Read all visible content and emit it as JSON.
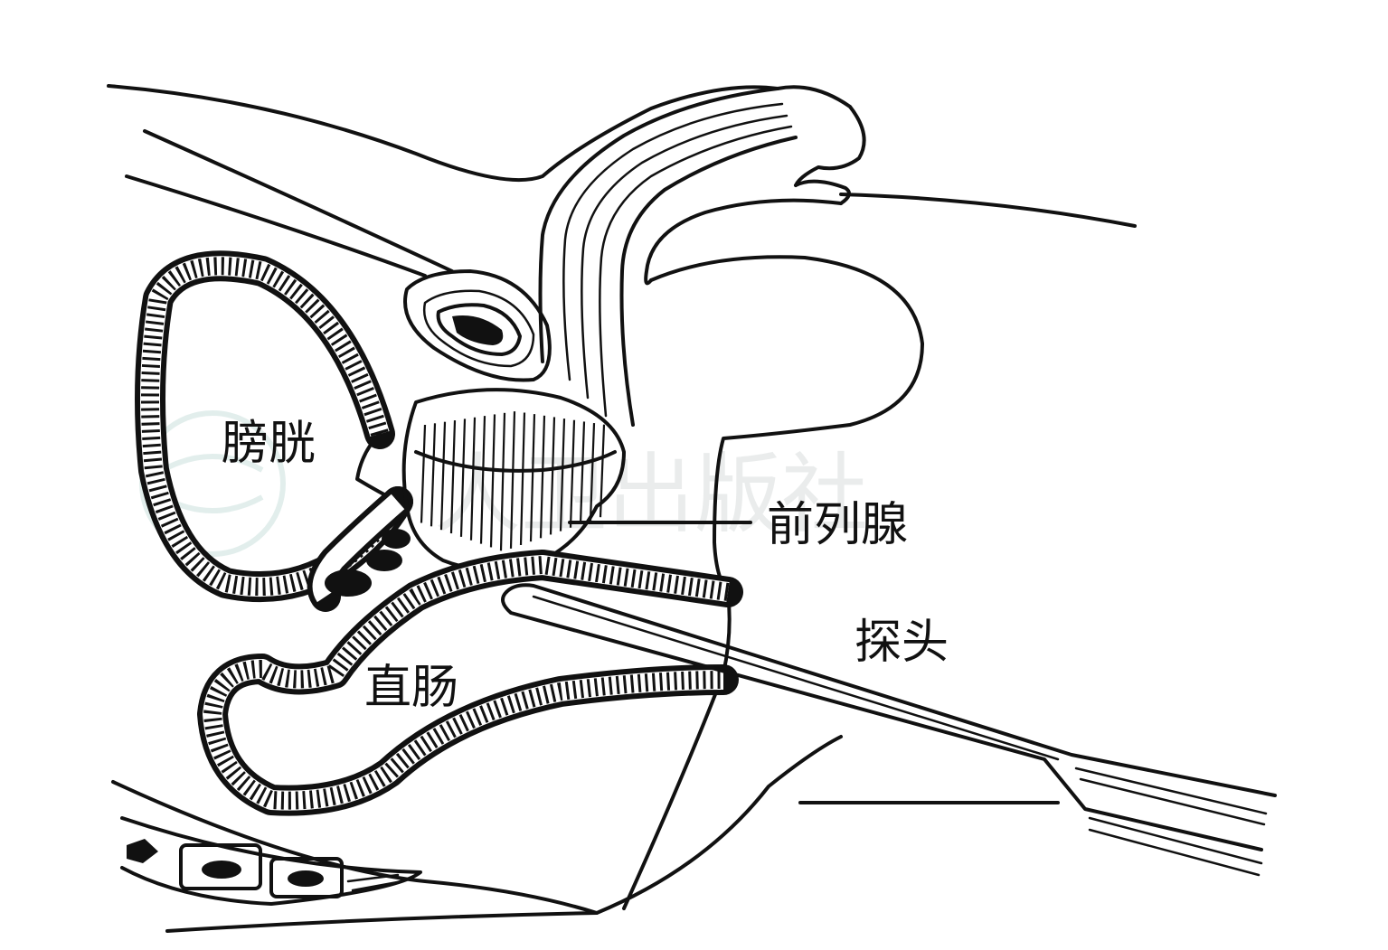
{
  "labels": {
    "bladder": "膀胱",
    "prostate": "前列腺",
    "rectum": "直肠",
    "probe": "探头"
  },
  "watermark": {
    "text": "人卫出版社"
  },
  "colors": {
    "ink": "#111111",
    "background": "#ffffff",
    "watermark": "#d9dede"
  }
}
